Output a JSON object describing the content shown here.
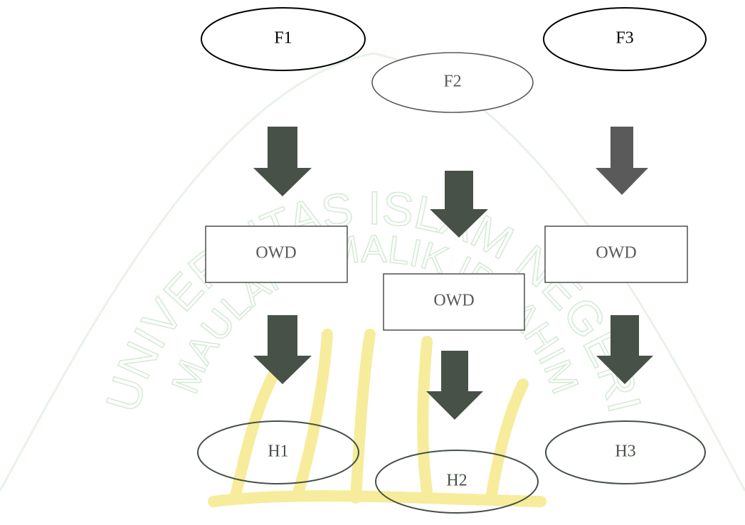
{
  "watermark": {
    "outer_text": "UNIVERSITAS ISLAM NEGERI",
    "inner_text": "MAULANA MALIK IBRAHIM"
  },
  "diagram": {
    "nodes": [
      {
        "id": "f1",
        "label": "F1"
      },
      {
        "id": "f2",
        "label": "F2"
      },
      {
        "id": "f3",
        "label": "F3"
      },
      {
        "id": "owd1",
        "label": "OWD"
      },
      {
        "id": "owd2",
        "label": "OWD"
      },
      {
        "id": "owd3",
        "label": "OWD"
      },
      {
        "id": "h1",
        "label": "H1"
      },
      {
        "id": "h2",
        "label": "H2"
      },
      {
        "id": "h3",
        "label": "H3"
      }
    ],
    "edges": [
      {
        "from": "f1",
        "to": "owd1"
      },
      {
        "from": "f2",
        "to": "owd2"
      },
      {
        "from": "f3",
        "to": "owd3"
      },
      {
        "from": "owd1",
        "to": "h1"
      },
      {
        "from": "owd2",
        "to": "h2"
      },
      {
        "from": "owd3",
        "to": "h3"
      }
    ]
  }
}
